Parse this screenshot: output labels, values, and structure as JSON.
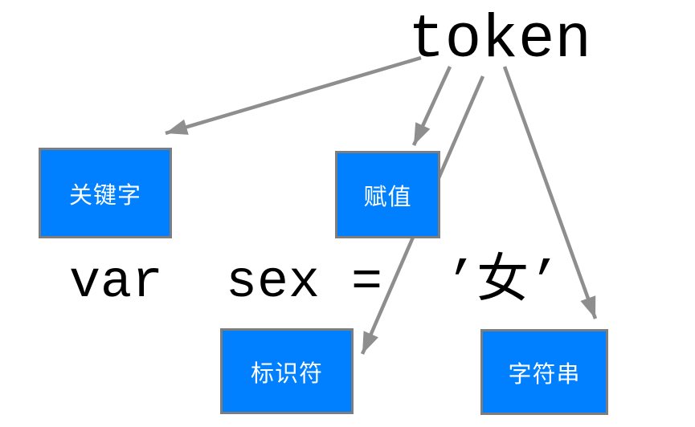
{
  "diagram": {
    "root_label": "token",
    "code_line": "var  sex =  ’女’",
    "boxes": [
      {
        "id": "keyword",
        "label": "关键字"
      },
      {
        "id": "assignment",
        "label": "赋值"
      },
      {
        "id": "identifier",
        "label": "标识符"
      },
      {
        "id": "string",
        "label": "字符串"
      }
    ],
    "arrows": [
      {
        "from": "token",
        "to": "keyword"
      },
      {
        "from": "token",
        "to": "assignment"
      },
      {
        "from": "token",
        "to": "identifier"
      },
      {
        "from": "token",
        "to": "string"
      }
    ],
    "colors": {
      "background": "#ffffff",
      "box_fill": "#0080ff",
      "box_border": "#7d7d7d",
      "box_text": "#ffffff",
      "arrow": "#8e8e8e",
      "root_text": "#000000",
      "code_text": "#000000"
    }
  }
}
